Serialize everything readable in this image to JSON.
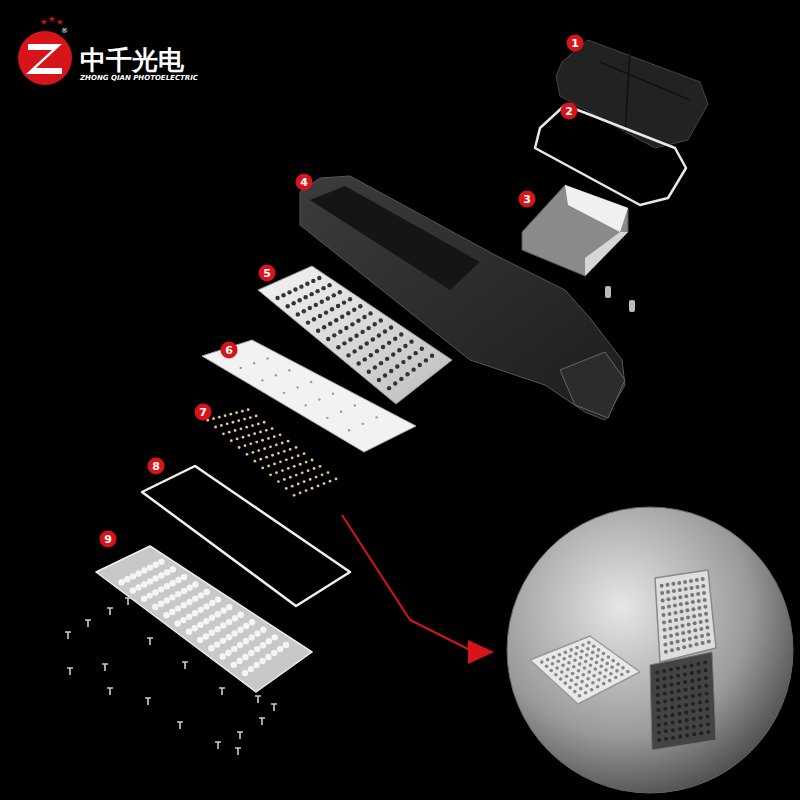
{
  "diagram": {
    "labels": [
      "中千光电",
      "ZHONG QIAN PHOTOELECTRIC",
      "®",
      "1",
      "2",
      "3",
      "4",
      "5",
      "6",
      "7",
      "8",
      "9"
    ]
  }
}
